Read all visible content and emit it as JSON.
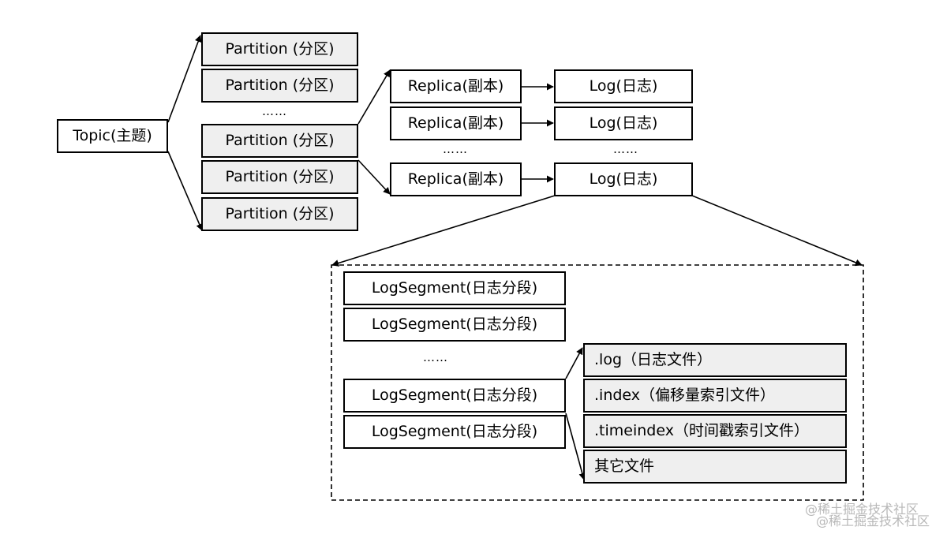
{
  "topic": "Topic(主题)",
  "partitions": [
    "Partition (分区)",
    "Partition (分区)",
    "Partition (分区)",
    "Partition (分区)",
    "Partition (分区)"
  ],
  "partition_ellipsis": "……",
  "replicas": [
    "Replica(副本)",
    "Replica(副本)",
    "Replica(副本)"
  ],
  "replica_ellipsis": "……",
  "logs": [
    "Log(日志)",
    "Log(日志)",
    "Log(日志)"
  ],
  "log_ellipsis": "……",
  "segments": [
    "LogSegment(日志分段)",
    "LogSegment(日志分段)",
    "LogSegment(日志分段)",
    "LogSegment(日志分段)"
  ],
  "segment_ellipsis": "……",
  "files": [
    ".log（日志文件）",
    ".index（偏移量索引文件）",
    ".timeindex（时间戳索引文件）",
    "其它文件"
  ],
  "watermark": [
    "@稀土掘金技术社区",
    "@稀土掘金技术社区"
  ]
}
